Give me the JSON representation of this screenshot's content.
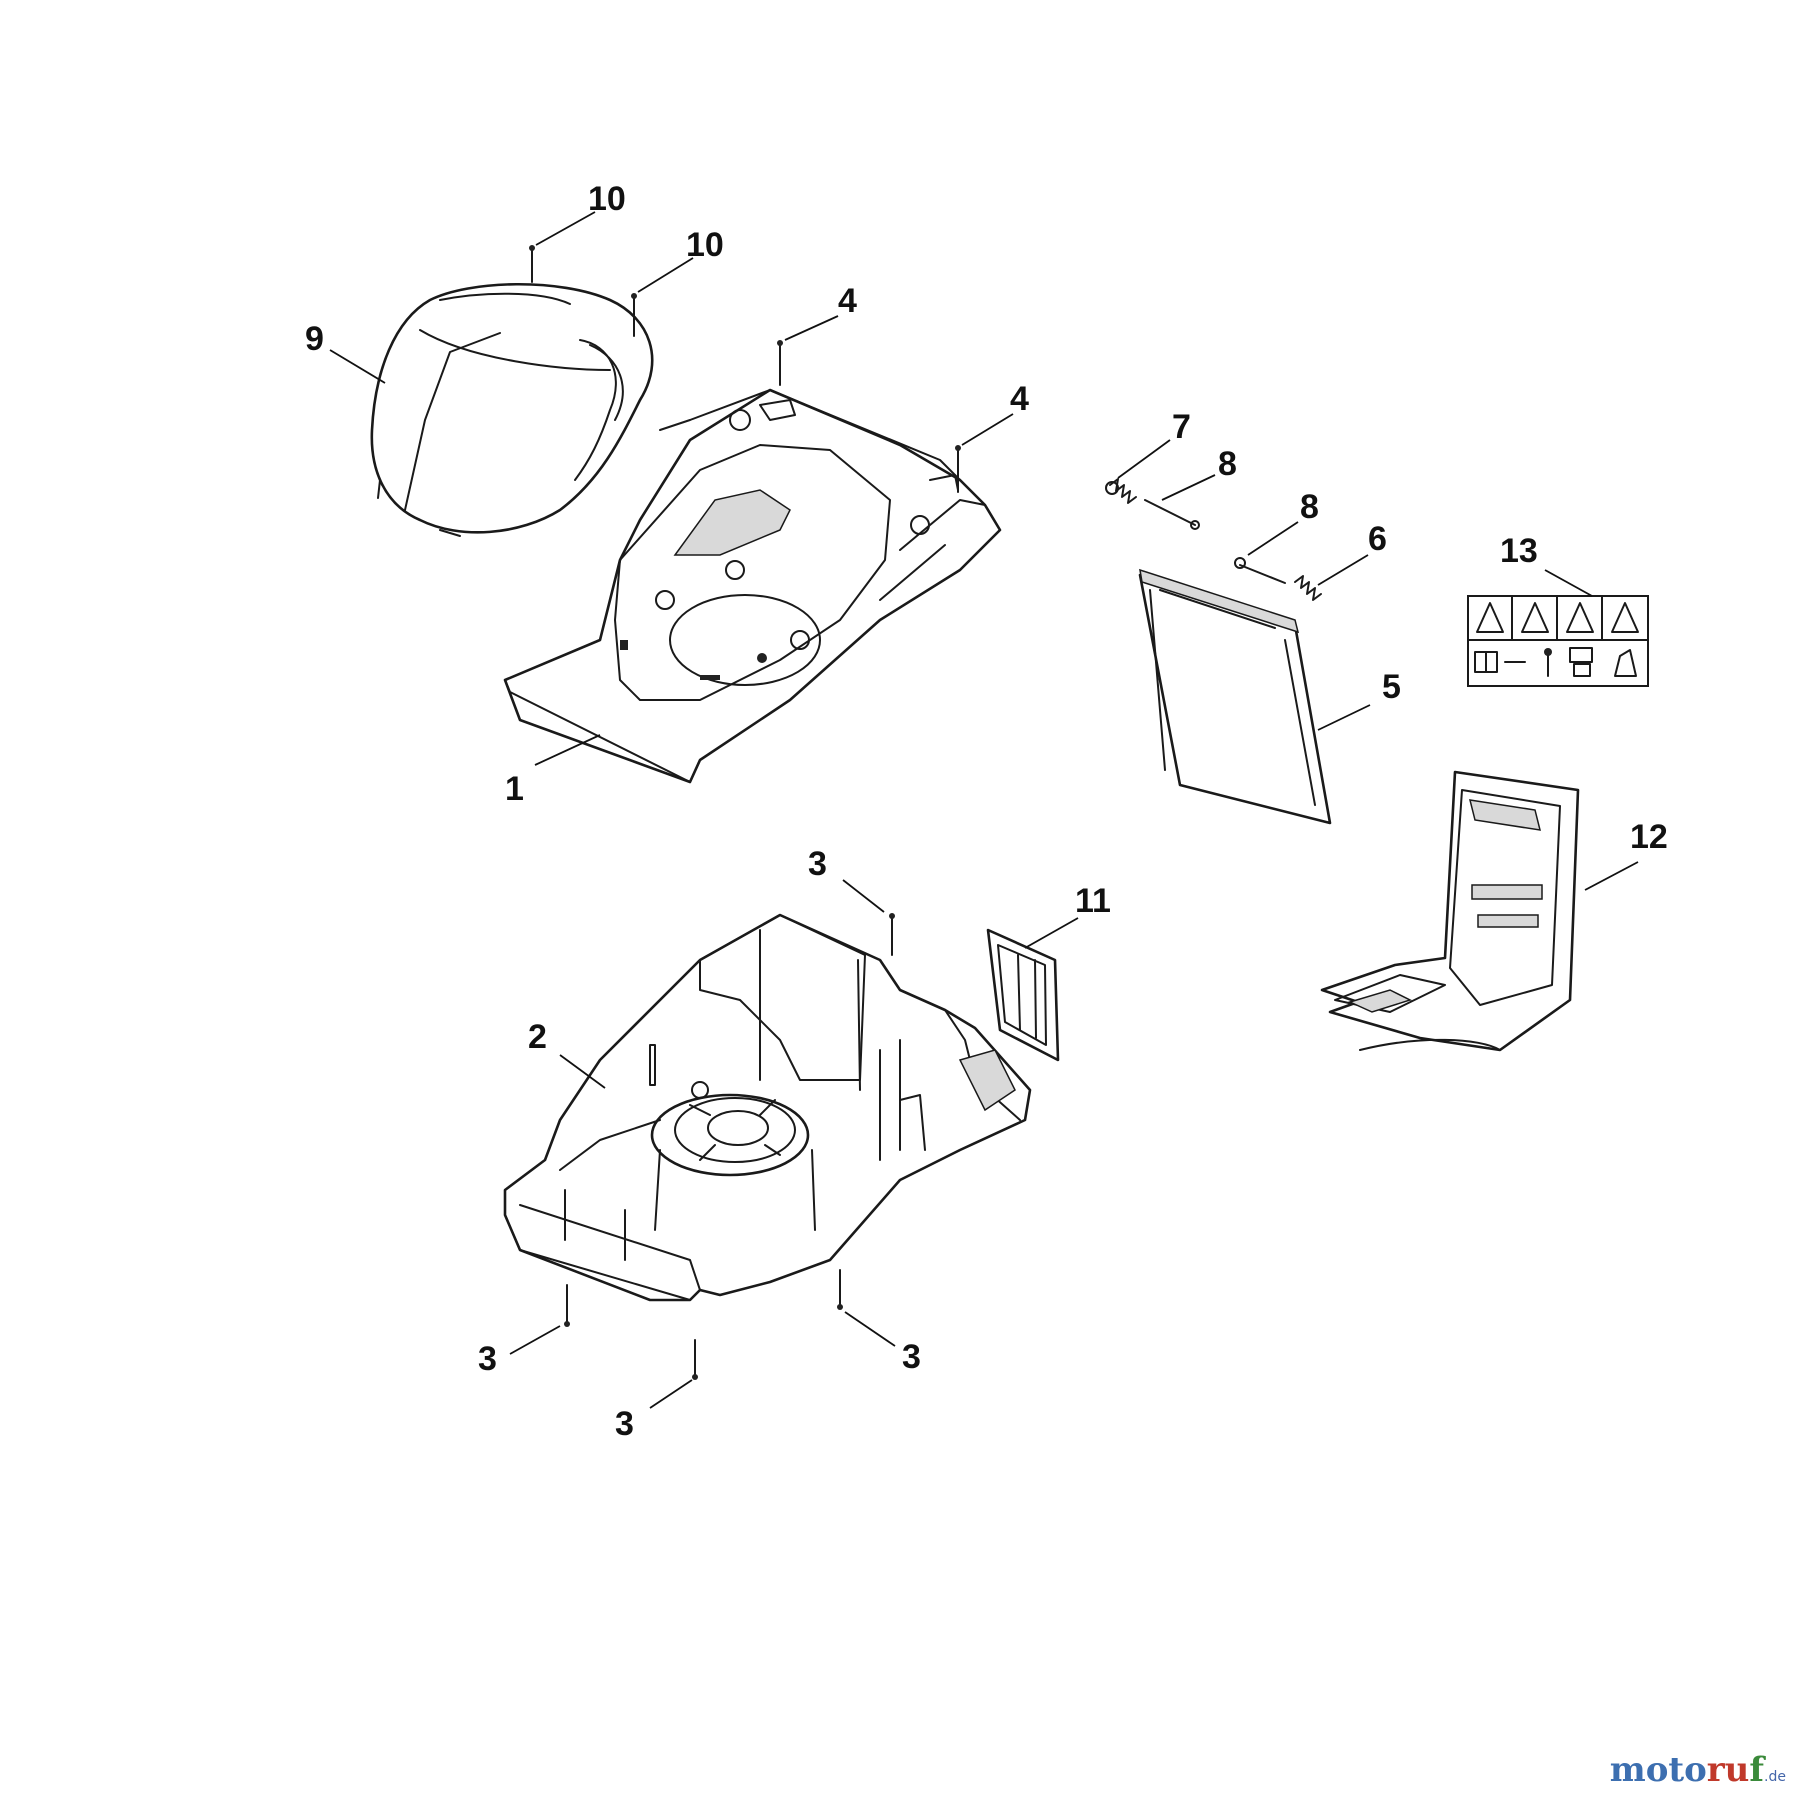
{
  "diagram": {
    "callouts": [
      {
        "id": "c10a",
        "text": "10"
      },
      {
        "id": "c10b",
        "text": "10"
      },
      {
        "id": "c9",
        "text": "9"
      },
      {
        "id": "c4a",
        "text": "4"
      },
      {
        "id": "c4b",
        "text": "4"
      },
      {
        "id": "c1",
        "text": "1"
      },
      {
        "id": "c7",
        "text": "7"
      },
      {
        "id": "c8a",
        "text": "8"
      },
      {
        "id": "c8b",
        "text": "8"
      },
      {
        "id": "c6",
        "text": "6"
      },
      {
        "id": "c5",
        "text": "5"
      },
      {
        "id": "c13",
        "text": "13"
      },
      {
        "id": "c12",
        "text": "12"
      },
      {
        "id": "c3top",
        "text": "3"
      },
      {
        "id": "c11",
        "text": "11"
      },
      {
        "id": "c2",
        "text": "2"
      },
      {
        "id": "c3l",
        "text": "3"
      },
      {
        "id": "c3r",
        "text": "3"
      },
      {
        "id": "c3b",
        "text": "3"
      }
    ]
  },
  "watermark": {
    "part1": "moto",
    "part2": "ru",
    "part3": "f",
    "part4": ".de"
  }
}
